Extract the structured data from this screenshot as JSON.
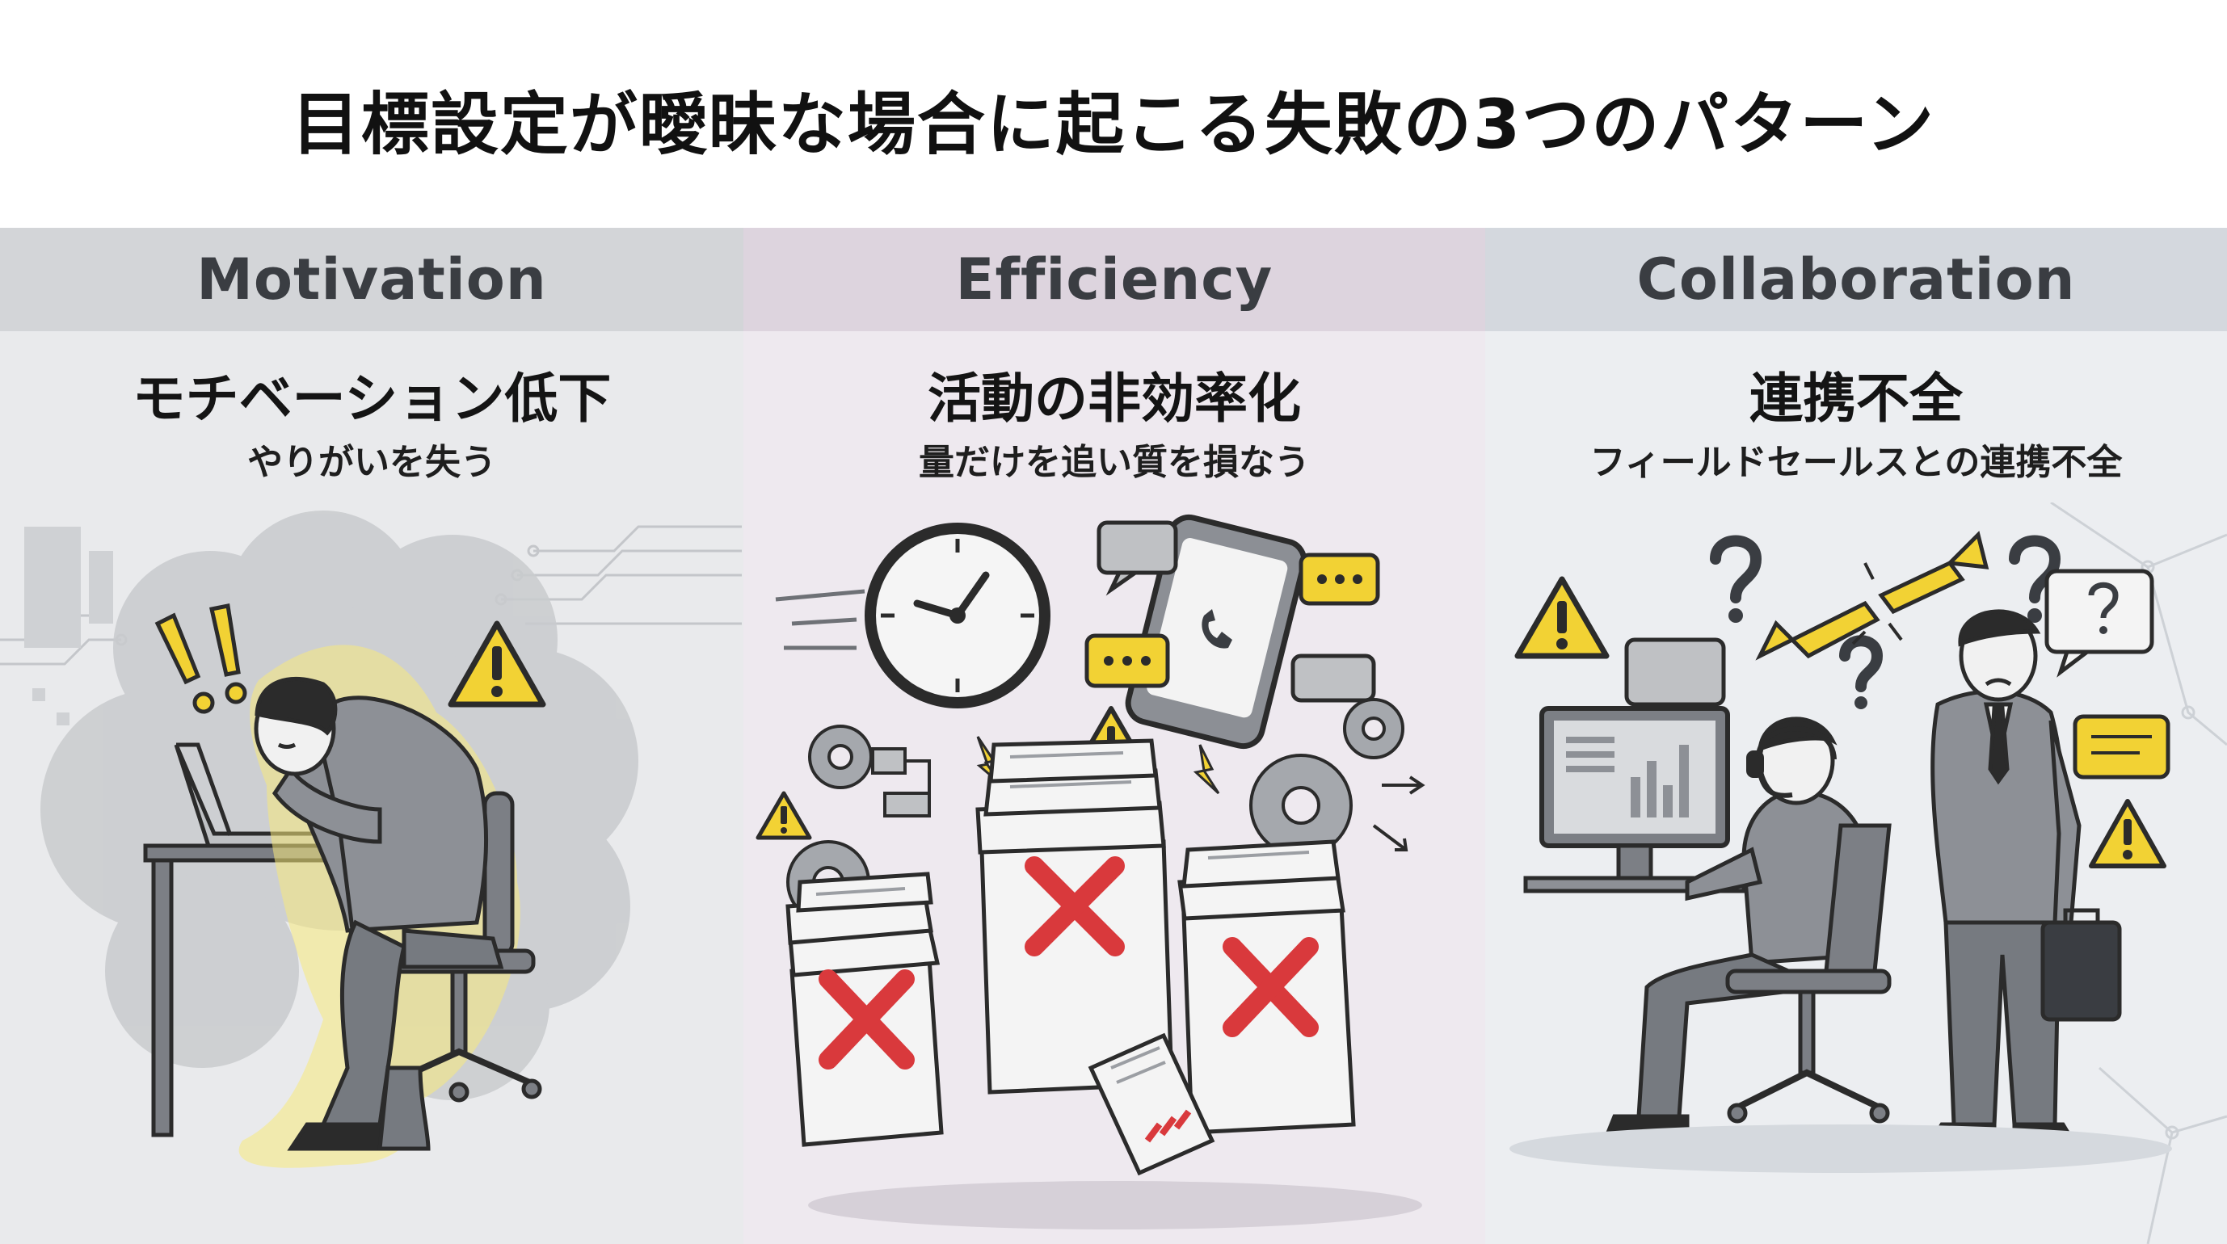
{
  "title": "目標設定が曖昧な場合に起こる失敗の3つのパターン",
  "panels": [
    {
      "en": "Motivation",
      "jp": "モチベーション低下",
      "sub": "やりがいを失う",
      "icons": [
        "warning-icon",
        "exclamation-icon",
        "laptop-icon",
        "desk-icon",
        "chair-icon"
      ]
    },
    {
      "en": "Efficiency",
      "jp": "活動の非効率化",
      "sub": "量だけを追い質を損なう",
      "icons": [
        "clock-icon",
        "smartphone-icon",
        "chat-bubble-icon",
        "gear-icon",
        "document-stack-icon",
        "red-x-icon",
        "warning-icon",
        "lightning-icon"
      ]
    },
    {
      "en": "Collaboration",
      "jp": "連携不全",
      "sub": "フィールドセールスとの連携不全",
      "icons": [
        "warning-icon",
        "question-mark-icon",
        "broken-chain-icon",
        "monitor-icon",
        "headset-icon",
        "briefcase-icon",
        "chat-bubble-icon"
      ]
    }
  ],
  "colors": {
    "accent_yellow": "#f2d234",
    "alert_red": "#d9393c",
    "figure_gray": "#7c7f85",
    "outline": "#2b2b2b"
  }
}
